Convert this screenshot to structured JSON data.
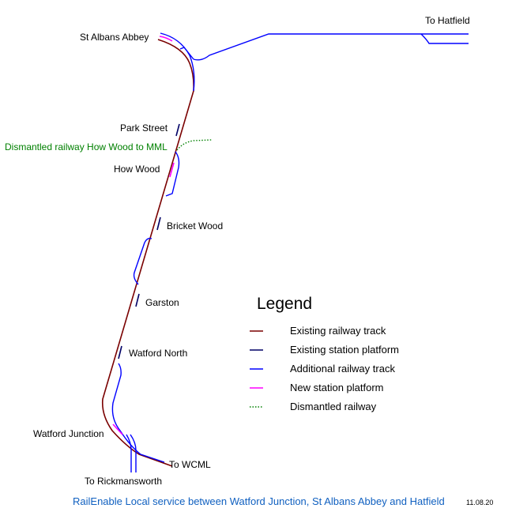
{
  "labels": {
    "st_albans_abbey": "St Albans Abbey",
    "to_hatfield": "To Hatfield",
    "park_street": "Park Street",
    "dismantled_branch": "Dismantled railway How Wood to MML",
    "how_wood": "How Wood",
    "bricket_wood": "Bricket Wood",
    "garston": "Garston",
    "watford_north": "Watford North",
    "watford_junction": "Watford Junction",
    "to_wcml": "To WCML",
    "to_rickmansworth": "To Rickmansworth"
  },
  "legend": {
    "title": "Legend",
    "items": [
      {
        "key": "existing",
        "label": "Existing railway track",
        "color": "#7a0000"
      },
      {
        "key": "platform",
        "label": "Existing station platform",
        "color": "#000066"
      },
      {
        "key": "additional",
        "label": "Additional railway track",
        "color": "#0000ff"
      },
      {
        "key": "newplat",
        "label": "New station platform",
        "color": "#ff00ff"
      },
      {
        "key": "dismantled",
        "label": "Dismantled railway",
        "color": "#008000"
      }
    ]
  },
  "footer": {
    "title": "RailEnable  Local service between Watford Junction, St Albans Abbey and Hatfield",
    "date": "11.08.20"
  }
}
